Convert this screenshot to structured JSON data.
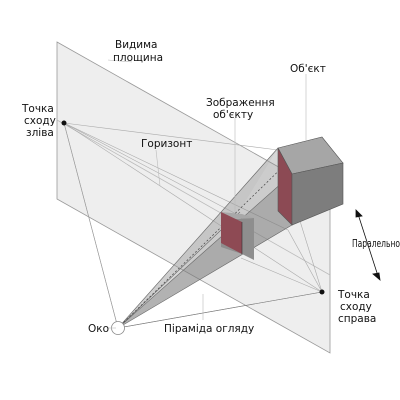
{
  "labels": {
    "picture_plane_line1": "Видима",
    "picture_plane_line2": "площина",
    "object": "Об'єкт",
    "object_image_line1": "Зображення",
    "object_image_line2": "об'єкту",
    "horizon": "Горизонт",
    "left_vp_line1": "Точка",
    "left_vp_line2": "сходу",
    "left_vp_line3": "зліва",
    "right_vp_line1": "Точка",
    "right_vp_line2": "сходу",
    "right_vp_line3": "справа",
    "parallel": "Паралельно",
    "eye": "Око",
    "view_pyramid": "Піраміда огляду"
  },
  "colors": {
    "plane_fill": "#e6e6e6",
    "cube_top": "#a8a8a8",
    "cube_left": "#909090",
    "cube_right": "#7e7e7e",
    "image_fill": "#9a5058"
  }
}
